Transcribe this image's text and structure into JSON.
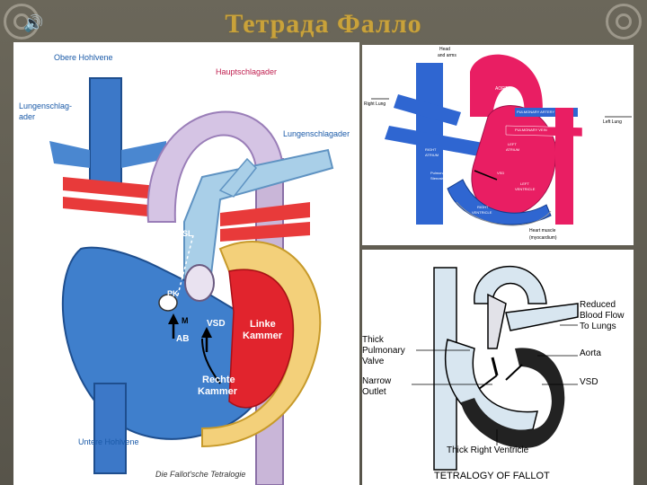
{
  "slide": {
    "title": "Тетрада Фалло"
  },
  "left": {
    "obere": "Obere Hohlvene",
    "haupt": "Hauptschlagader",
    "lunge1a": "Lungenschlag-",
    "lunge1b": "ader",
    "lunge2": "Lungenschlagader",
    "sl": "SL",
    "pk": "PK",
    "m": "M",
    "vsd": "VSD",
    "ab": "AB",
    "linke1": "Linke",
    "linke2": "Kammer",
    "rechte1": "Rechte",
    "rechte2": "Kammer",
    "untere": "Untere Hohlvene",
    "caption": "Die Fallot'sche Tetralogie"
  },
  "tr": {
    "head": "Head",
    "arms": "and arms",
    "rightlung": "Right Lung",
    "leftlung": "Left Lung",
    "aorta": "AORTA",
    "pulm1": "PULMONARY ARTERY",
    "pulm2": "PULMONARY VEIN",
    "ra1": "RIGHT",
    "ra2": "ATRIUM",
    "pulmstenosis1": "Pulmonary",
    "pulmstenosis2": "Stenosis",
    "la1": "LEFT",
    "la2": "ATRIUM",
    "vsd": "VSD",
    "lv1": "LEFT",
    "lv2": "VENTRICLE",
    "rv1": "RIGHT",
    "rv2": "VENTRICLE",
    "hm1": "Heart muscle",
    "hm2": "(myocardium)"
  },
  "br": {
    "thick1": "Thick",
    "thick2": "Pulmonary",
    "thick3": "Valve",
    "narrow1": "Narrow",
    "narrow2": "Outlet",
    "reduced1": "Reduced",
    "reduced2": "Blood Flow",
    "reduced3": "To Lungs",
    "aorta": "Aorta",
    "vsd": "VSD",
    "thickrv": "Thick Right Ventricle",
    "caption": "TETRALOGY OF FALLOT"
  }
}
